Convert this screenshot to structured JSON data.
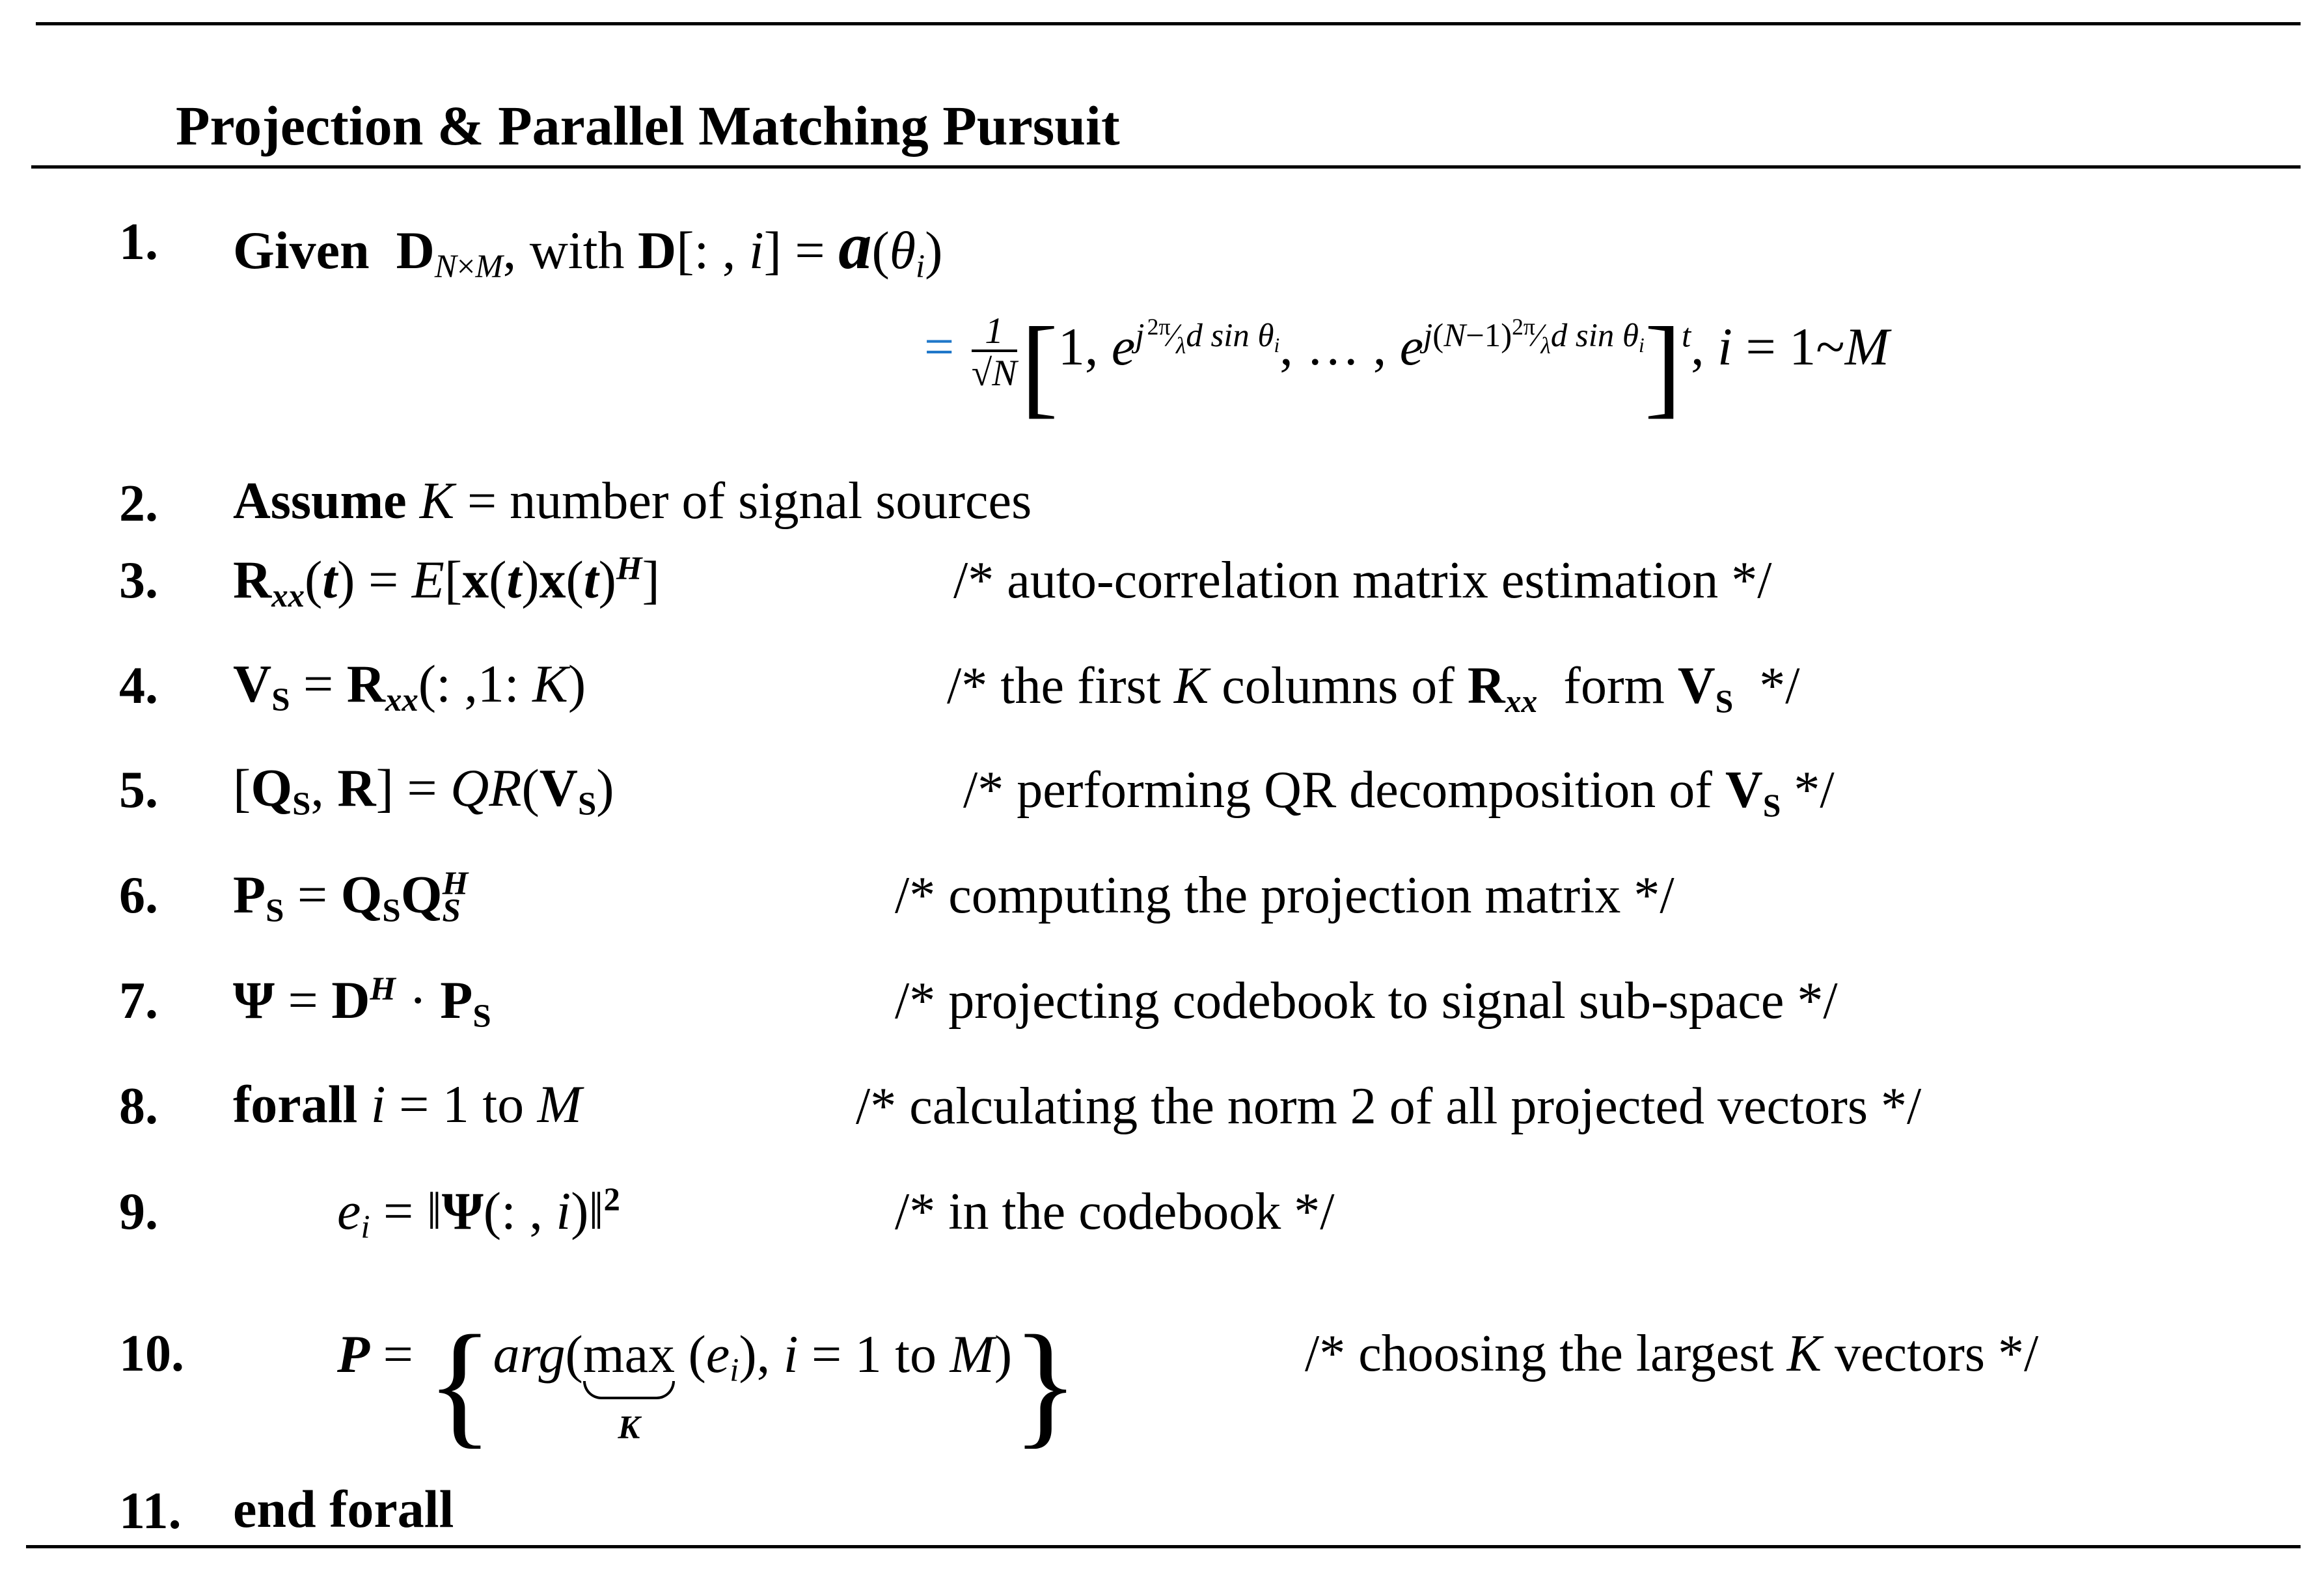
{
  "title": "Projection & Parallel Matching Pursuit",
  "steps": [
    {
      "num": "1.",
      "given": "Given",
      "with": ", with",
      "comment": ""
    },
    {
      "num": "2.",
      "assume": "Assume",
      "rest": "= number of signal sources"
    },
    {
      "num": "3.",
      "comment": "/* auto-correlation matrix estimation */"
    },
    {
      "num": "4.",
      "comment_a": "/* the first",
      "comment_b": "columns of",
      "comment_c": "form",
      "comment_d": "*/"
    },
    {
      "num": "5.",
      "comment_a": "/* performing QR decomposition of",
      "comment_b": "*/"
    },
    {
      "num": "6.",
      "comment": "/* computing the projection matrix */"
    },
    {
      "num": "7.",
      "comment": "/* projecting codebook to signal sub-space */"
    },
    {
      "num": "8.",
      "forall": "forall",
      "to": "to",
      "comment": "/* calculating the norm 2 of all projected vectors */"
    },
    {
      "num": "9.",
      "comment": "/* in the codebook */"
    },
    {
      "num": "10.",
      "arg": "arg",
      "max": "max",
      "to": "to",
      "comment_a": "/* choosing the largest",
      "comment_b": "vectors */"
    },
    {
      "num": "11.",
      "end": "end forall"
    }
  ]
}
